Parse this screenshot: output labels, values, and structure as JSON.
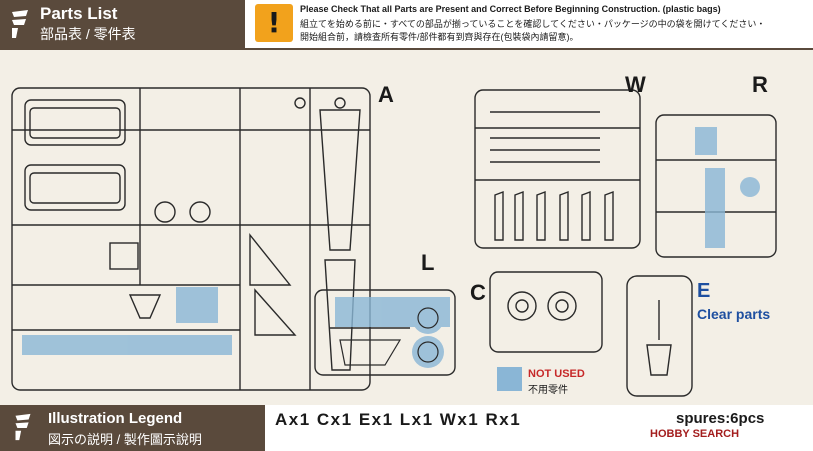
{
  "header": {
    "title": "Parts List",
    "subtitle": "部品表 / 零件表",
    "warning_en": "Please Check That all Parts are Present and Correct Before Beginning Construction. (plastic bags)",
    "warning_jp": "組立てを始める前に・すべての部品が揃っていることを確認してください・パッケージの中の袋を開けてください・",
    "warning_cn": "開始組合前，請檢查所有零件/部件都有到齊與存在(包裝袋內請留意)。",
    "warning_symbol": "!"
  },
  "sprue_labels": {
    "a": "A",
    "w": "W",
    "r": "R",
    "l": "L",
    "c": "C",
    "e": "E"
  },
  "clear_parts_label": "Clear parts",
  "not_used": {
    "en": "NOT USED",
    "jp": "不用零件",
    "color": "#8ab6d6"
  },
  "footer": {
    "title": "Illustration Legend",
    "subtitle": "図示の説明 / 製作圖示說明",
    "spure_list": "Ax1 Cx1 Ex1 Lx1 Wx1 Rx1",
    "spures": "spures:6pcs"
  },
  "watermark": "HOBBY SEARCH",
  "colors": {
    "brand_brown": "#5a4a3c",
    "warning_orange": "#f2a21c",
    "clear_blue": "#1e4fa0",
    "not_used_red": "#c62828"
  }
}
